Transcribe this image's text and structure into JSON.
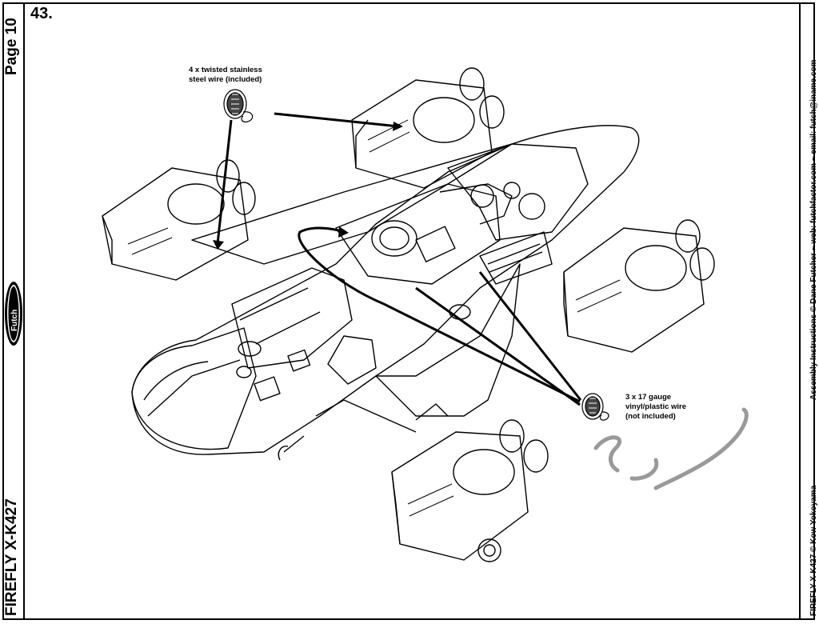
{
  "page": {
    "step_number": "43.",
    "page_label": "Page 10",
    "left_title": "FIREFLY X-K427",
    "right_strip_top": "Assembly Instructions © Dane Futcher  ~  web: futchfactor.com  ~  email: futch@iname.com",
    "right_strip_bottom": "FIREFLY X-K427 © Kow Yokoyama",
    "logo_text": "Futch"
  },
  "callouts": {
    "twisted_wire": [
      "4 x twisted stainless",
      "steel wire (included)"
    ],
    "vinyl_wire": [
      "3 x 17 gauge",
      "vinyl/plastic wire",
      "(not included)"
    ]
  },
  "colors": {
    "ink": "#000000",
    "wire_gray": "#9a9a9a"
  }
}
